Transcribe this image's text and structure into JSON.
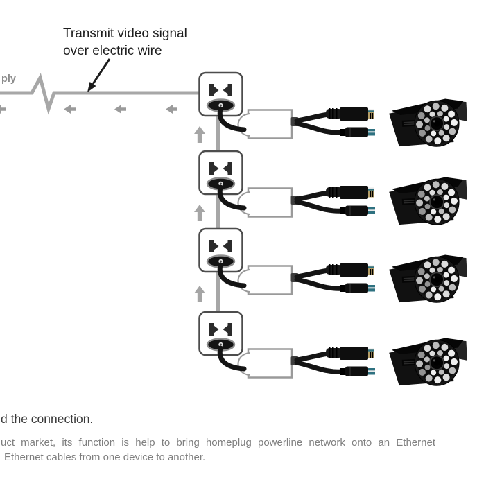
{
  "annotation": {
    "line1": "Transmit video signal",
    "line2": "over electric wire"
  },
  "power_supply_label": "ply",
  "footer": {
    "heading": "d the connection.",
    "body_line1": "uct market, its function is help to bring homeplug powerline network onto an Ethernet",
    "body_line2": "Ethernet cables from one device to another."
  },
  "connection_count": 4,
  "components": {
    "power_outlet": "wall power outlet with plugged-in adapter",
    "powerline_adapter": "powerline network adapter",
    "ethernet_connector": "RJ45 Ethernet connector",
    "dc_power_connector": "DC power connector",
    "security_camera": "IR bullet security camera",
    "flow_left_arrow": "signal flow along electric wire toward power supply",
    "flow_up_arrow": "signal flow along power line",
    "break_symbol": "wire continuation break"
  },
  "colors": {
    "wire": "#a7a7a7",
    "arrow": "#9b9b9b",
    "uparrow": "#a5a5a5",
    "outlet": "#4d4d4d",
    "slot": "#2b2b2b",
    "oval": "#141414",
    "adapter": "#9a9a9a",
    "cable": "#141414",
    "rj45tip": "#b49d66",
    "teal": "#2e7180",
    "textdark": "#1d1d1d",
    "heading": "#3a3a3a",
    "textgray": "#7f7f7f",
    "textgray2": "#8c8c8c"
  }
}
